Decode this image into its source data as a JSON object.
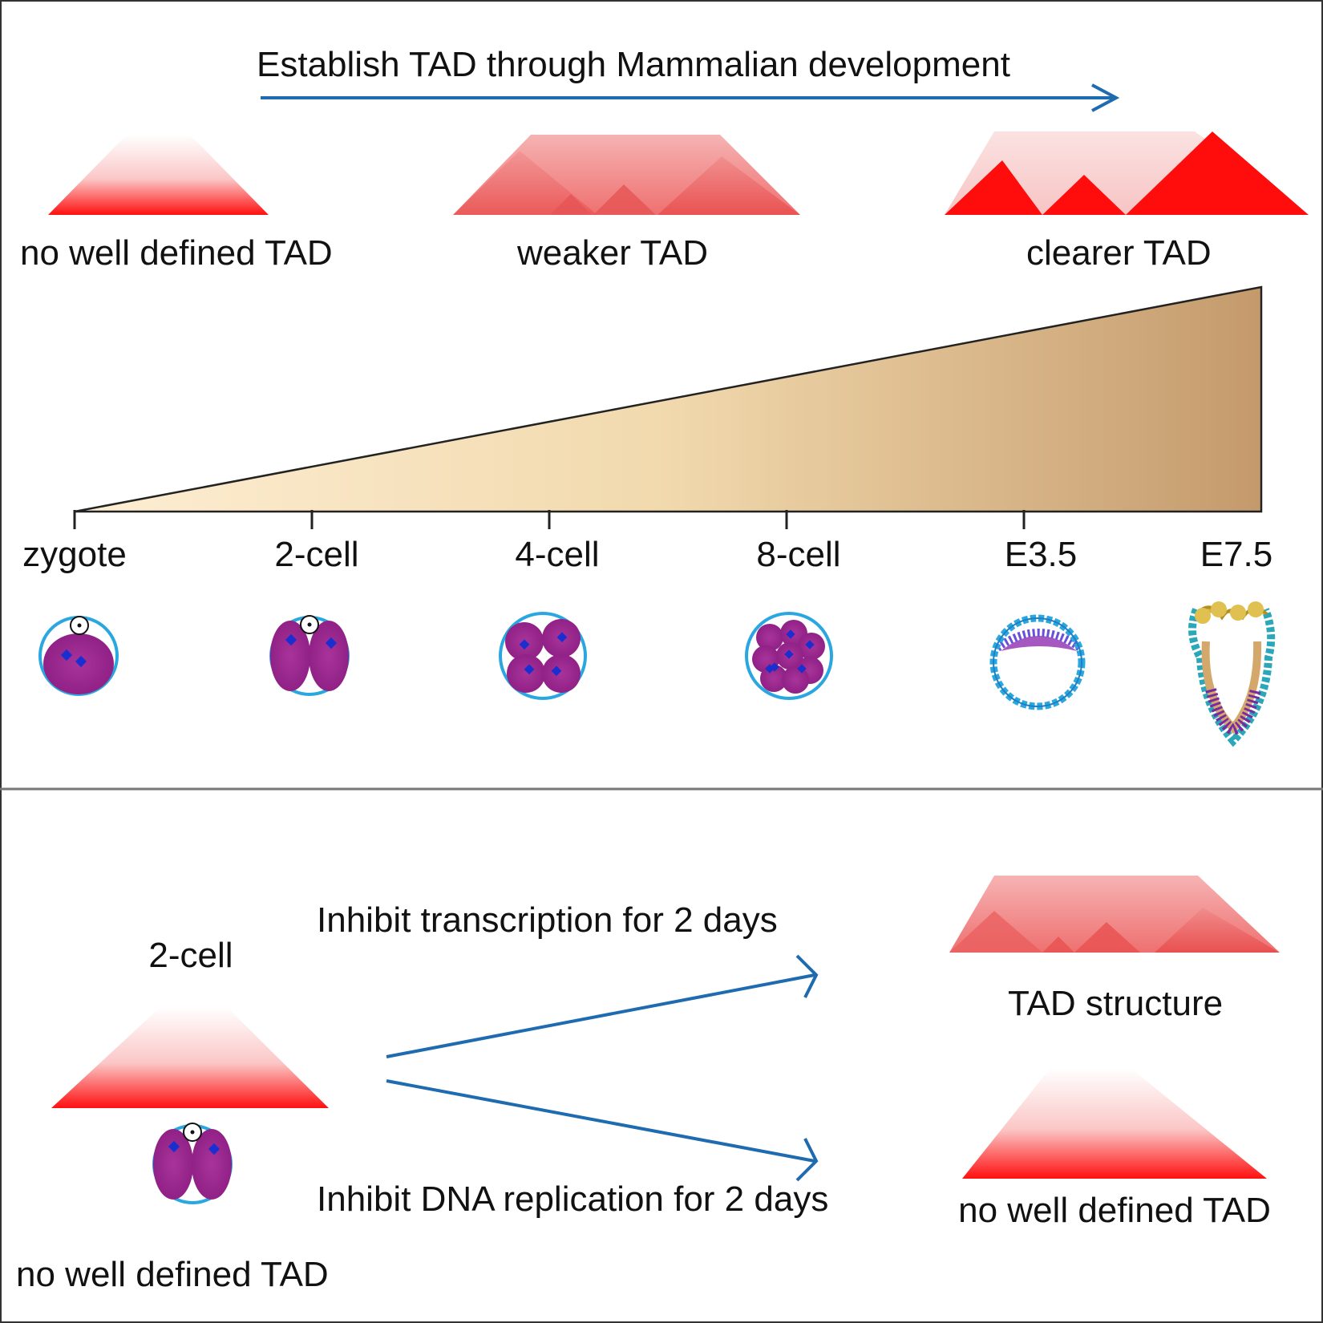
{
  "top_panel": {
    "title": "Establish TAD through Mammalian development",
    "tad_labels": {
      "none": "no well defined TAD",
      "weaker": "weaker TAD",
      "clearer": "clearer TAD"
    },
    "stages": [
      "zygote",
      "2-cell",
      "4-cell",
      "8-cell",
      "E3.5",
      "E7.5"
    ]
  },
  "bottom_panel": {
    "start_stage": "2-cell",
    "start_label": "no well defined TAD",
    "treatment_transcription": "Inhibit transcription for 2 days",
    "treatment_replication": "Inhibit DNA replication for 2 days",
    "result_transcription": "TAD structure",
    "result_replication": "no well defined TAD"
  },
  "colors": {
    "arrow": "#1f6bb0",
    "tad_red": "#ff1a1a",
    "wedge_light": "#fbe7c6",
    "wedge_dark": "#c49a6c",
    "cell_purple": "#a0288f",
    "zona_blue": "#2aa7e0",
    "nucleus_blue": "#1a2fd0"
  }
}
